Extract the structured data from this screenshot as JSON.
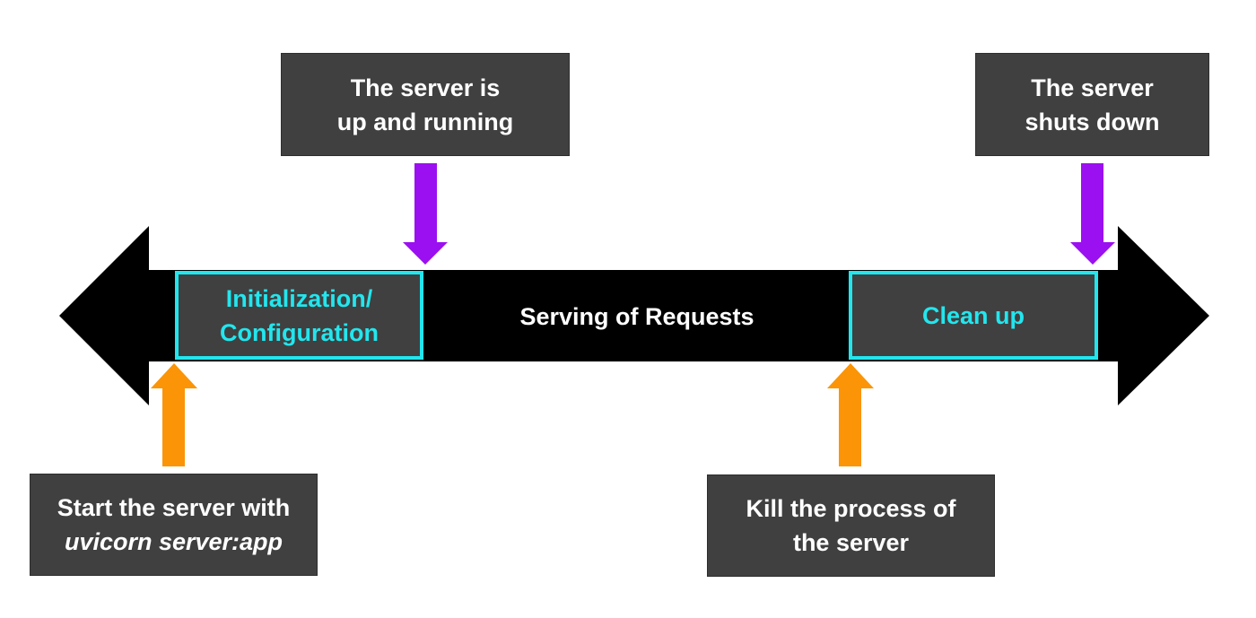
{
  "colors": {
    "timeline": "#000000",
    "box_fill": "#404040",
    "stage_border": "#22e6ee",
    "stage_text": "#22e6ee",
    "purple_arrow": "#9b10f0",
    "orange_arrow": "#fb9406",
    "text_white": "#ffffff"
  },
  "timeline": {
    "serving_label": "Serving of Requests"
  },
  "stages": {
    "init": {
      "line1": "Initialization/",
      "line2": "Configuration"
    },
    "cleanup": {
      "label": "Clean up"
    }
  },
  "events": {
    "up": {
      "line1": "The server is",
      "line2": "up and running",
      "arrow": "purple-down-arrow"
    },
    "down": {
      "line1": "The server",
      "line2": "shuts down",
      "arrow": "purple-down-arrow"
    },
    "start": {
      "line1": "Start the server with",
      "line2": "uvicorn server:app",
      "arrow": "orange-up-arrow"
    },
    "kill": {
      "line1": "Kill the process of",
      "line2": "the server",
      "arrow": "orange-up-arrow"
    }
  }
}
